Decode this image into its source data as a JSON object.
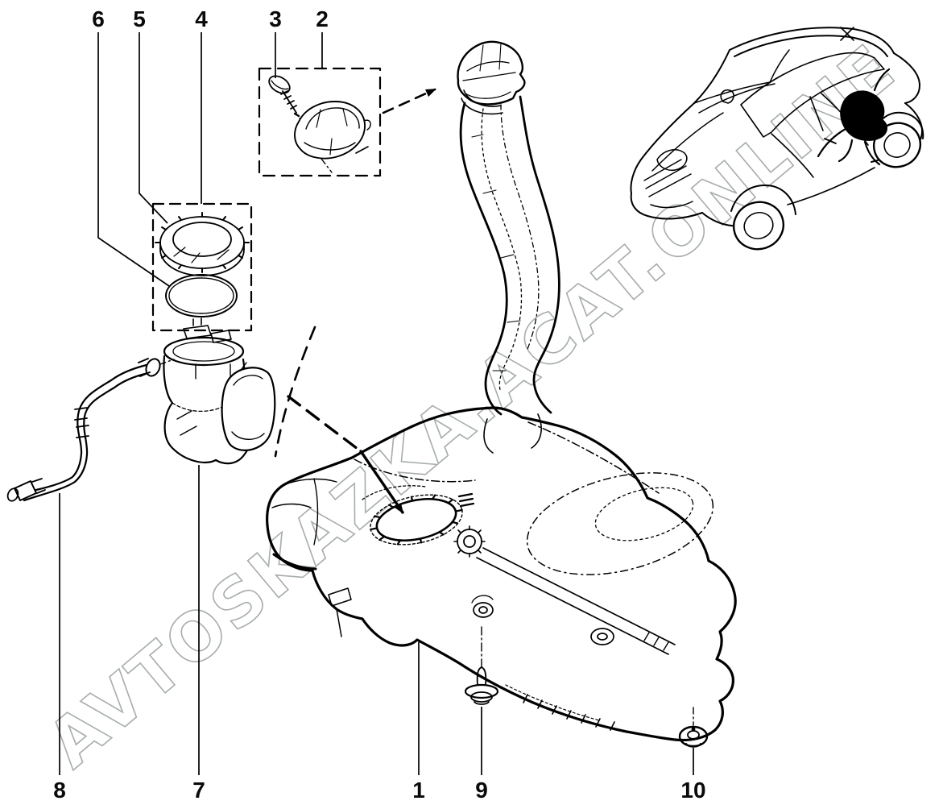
{
  "canvas": {
    "background": "#ffffff",
    "line_color": "#000000"
  },
  "watermark": {
    "text": "AVTOSKAZKA.ACAT.ONLINE",
    "color": "#a3a8a8"
  },
  "callouts": {
    "top": [
      {
        "number": "6"
      },
      {
        "number": "5"
      },
      {
        "number": "4"
      },
      {
        "number": "3"
      },
      {
        "number": "2"
      }
    ],
    "bottom": [
      {
        "number": "8"
      },
      {
        "number": "7"
      },
      {
        "number": "1"
      },
      {
        "number": "9"
      },
      {
        "number": "10"
      }
    ]
  }
}
